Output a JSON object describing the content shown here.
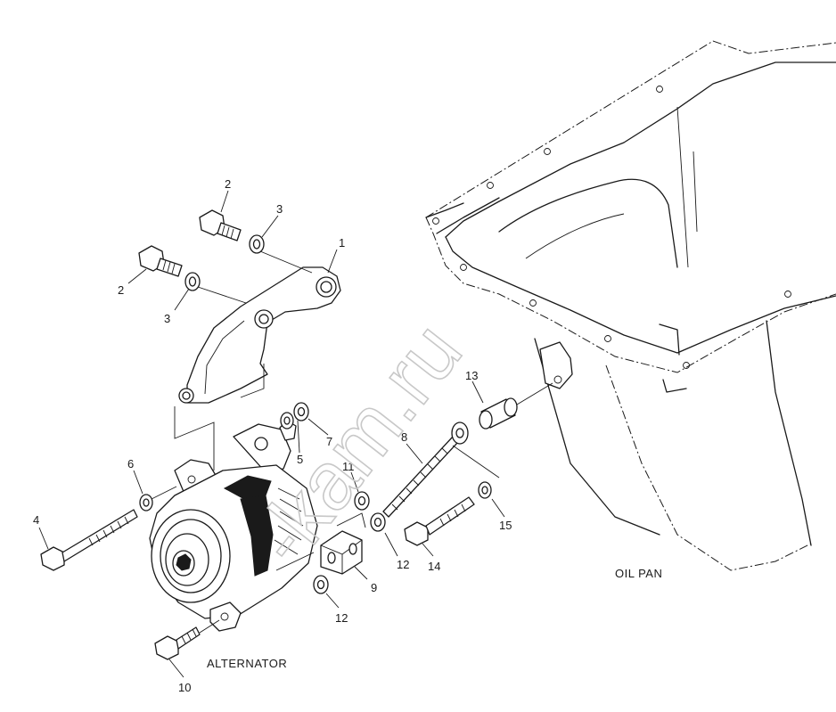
{
  "labels": {
    "alternator": "ALTERNATOR",
    "oil_pan": "OIL PAN"
  },
  "watermark": "-kam.ru",
  "callouts": {
    "c1": "1",
    "c2a": "2",
    "c2b": "2",
    "c3a": "3",
    "c3b": "3",
    "c4": "4",
    "c5": "5",
    "c6": "6",
    "c7": "7",
    "c8": "8",
    "c9": "9",
    "c10": "10",
    "c11": "11",
    "c12a": "12",
    "c12b": "12",
    "c13": "13",
    "c14": "14",
    "c15": "15"
  },
  "colors": {
    "ink": "#1a1a1a",
    "watermark": "#c8c8c8",
    "background": "#ffffff"
  }
}
